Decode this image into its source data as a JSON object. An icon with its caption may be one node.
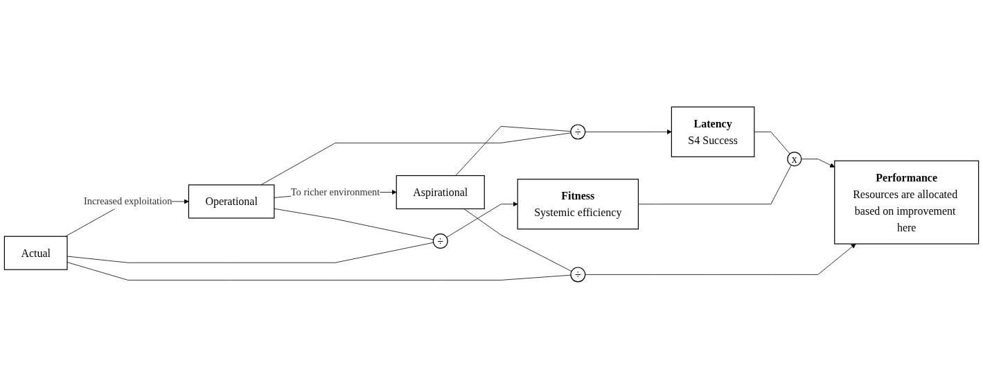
{
  "diagram": {
    "nodes": [
      {
        "text": [
          "Aspirational"
        ]
      },
      {
        "text": [
          "Operational"
        ]
      },
      {
        "text": [
          "Actual"
        ]
      },
      {
        "text": [
          "÷"
        ]
      },
      {
        "text": [
          "÷"
        ]
      },
      {
        "text": [
          "Latency",
          "S4 Success"
        ]
      },
      {
        "text": [
          "Fitness",
          "Systemic efficiency"
        ]
      },
      {
        "text": [
          "x"
        ]
      },
      {
        "text": [
          "Performance",
          "Resources are allocated based on improvement here"
        ]
      },
      {
        "text": [
          "÷"
        ]
      }
    ],
    "edges": [
      {
        "from": 1,
        "to": 0,
        "arrow": "to",
        "label": "To richer environment"
      },
      {
        "from": 2,
        "to": 1,
        "arrow": "to",
        "label": "Increased exploitation"
      },
      {
        "from": 0,
        "to": 3,
        "arrow": "none"
      },
      {
        "from": 1,
        "to": 3,
        "arrow": "none"
      },
      {
        "from": 3,
        "to": 5,
        "arrow": "to"
      },
      {
        "from": 1,
        "to": 4,
        "arrow": "none"
      },
      {
        "from": 2,
        "to": 4,
        "arrow": "none"
      },
      {
        "from": 4,
        "to": 6,
        "arrow": "to"
      },
      {
        "from": 5,
        "to": 7,
        "arrow": "none"
      },
      {
        "from": 6,
        "to": 7,
        "arrow": "none"
      },
      {
        "from": 7,
        "to": 8,
        "arrow": "to"
      },
      {
        "from": 0,
        "to": 9,
        "arrow": "none"
      },
      {
        "from": 2,
        "to": 9,
        "arrow": "none"
      },
      {
        "from": 9,
        "to": 8,
        "arrow": "to"
      }
    ]
  }
}
